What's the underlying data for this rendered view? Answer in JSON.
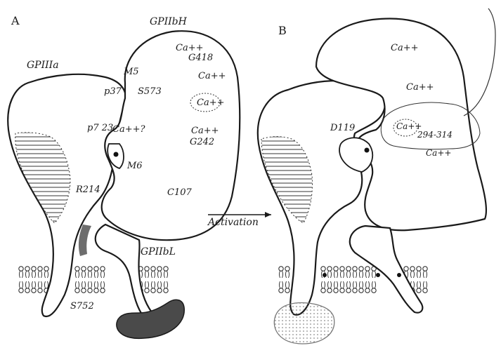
{
  "panel_a": {
    "panel_label": "A",
    "labels": {
      "gpiiia": "GPIIIa",
      "gpiibh": "GPIIbH",
      "gpiibl": "GPIIbL",
      "m5": "M5",
      "m6": "M6",
      "p37": "p37",
      "s573": "S573",
      "p7_23": "p7 23",
      "ca_q": "Ca++?",
      "r214": "R214",
      "c107": "C107",
      "s752": "S752",
      "ca1": "Ca++",
      "g418": "G418",
      "ca2": "Ca++",
      "ca3": "Ca++",
      "ca4": "Ca++",
      "g242": "G242"
    }
  },
  "panel_b": {
    "panel_label": "B",
    "labels": {
      "ca1": "Ca++",
      "ca2": "Ca++",
      "d119": "D119",
      "ca3": "Ca++",
      "range": "294-314",
      "ca4": "Ca++"
    }
  },
  "arrow_label": "Activation",
  "colors": {
    "ink": "#1a1a1a",
    "dark_fill": "#4a4a4a",
    "dotted_fill": "#e8e8e8"
  }
}
